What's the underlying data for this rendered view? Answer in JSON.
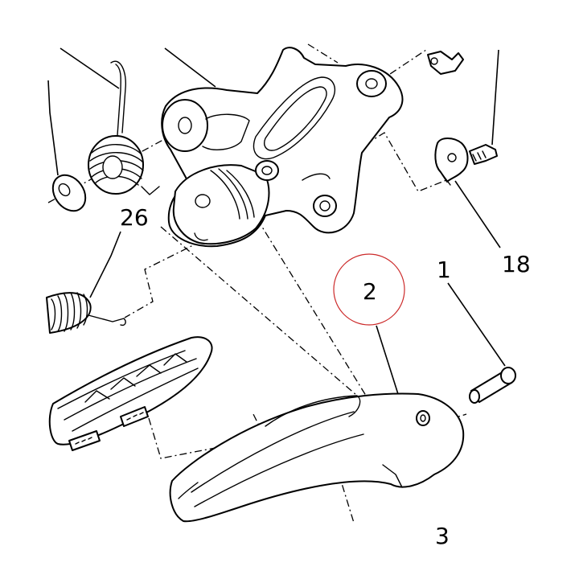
{
  "callouts": {
    "c26": "26",
    "c18": "18",
    "c2": "2",
    "c1": "1",
    "c3": "3"
  },
  "highlight": {
    "target": "2",
    "color": "#cc2a2a"
  }
}
